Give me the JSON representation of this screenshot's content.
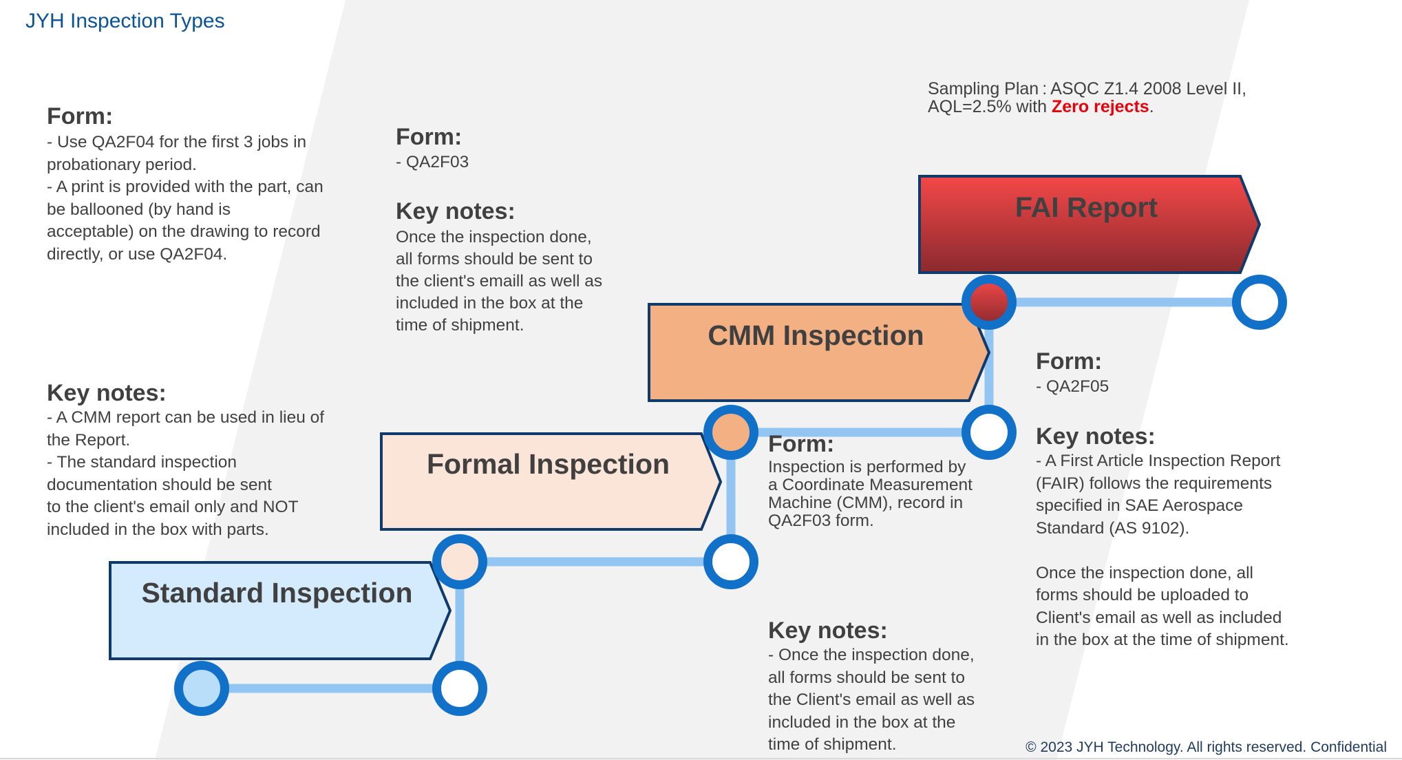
{
  "title": "JYH Inspection Types",
  "colors": {
    "title": "#0b5394",
    "node_ring": "#1170c8",
    "connector": "#92c5f2",
    "box_border": "#0f3a6b",
    "standard_fill": "#d4eafd",
    "standard_node_fill": "#b8defa",
    "formal_fill": "#fbe5d8",
    "cmm_fill": "#f3b083",
    "fai_fill_top": "#f44848",
    "fai_fill_bottom": "#8a2a2e",
    "emphasis_red": "#e8000b",
    "background_band": "#f2f2f2"
  },
  "steps": [
    {
      "id": "standard",
      "label": "Standard Inspection"
    },
    {
      "id": "formal",
      "label": "Formal Inspection"
    },
    {
      "id": "cmm",
      "label": "CMM Inspection"
    },
    {
      "id": "fai",
      "label": "FAI Report"
    }
  ],
  "sampling_plan": {
    "line1": "Sampling Plan : ASQC Z1.4 2008 Level II,",
    "line2_prefix": "AQL=2.5% with ",
    "emphasis": "Zero rejects",
    "line2_suffix": "."
  },
  "standard_notes": {
    "form_heading": "Form:",
    "form_body": "- Use QA2F04 for the first 3 jobs in\nprobationary period.\n- A print is provided with the part, can\nbe ballooned (by hand is\nacceptable) on the drawing to record\ndirectly, or use QA2F04.",
    "key_heading": "Key notes:",
    "key_body": "- A CMM report can be used in lieu of\nthe Report.\n- The standard inspection\ndocumentation should be sent\nto the client's email only and NOT\nincluded in the box with parts."
  },
  "formal_notes": {
    "form_heading": "Form:",
    "form_body": "- QA2F03",
    "key_heading": "Key notes:",
    "key_body": "Once the inspection done,\nall forms should be sent to\nthe client's emaill as well as\nincluded in the box at the\ntime of shipment."
  },
  "cmm_notes": {
    "form_heading": "Form:",
    "form_body": "Inspection is performed by\na Coordinate Measurement\n Machine (CMM), record in\nQA2F03 form.",
    "key_heading": "Key notes:",
    "key_body": "- Once the inspection done,\nall forms should be sent to\nthe Client's email as well as\nincluded in the box at the\ntime of shipment."
  },
  "fai_notes": {
    "form_heading": "Form:",
    "form_body": "- QA2F05",
    "key_heading": "Key notes:",
    "key_body": "- A First Article Inspection Report\n(FAIR) follows the requirements\nspecified in SAE Aerospace\nStandard (AS 9102).\n\nOnce the inspection done, all\nforms should be uploaded to\nClient's email  as well as included\nin the box at the time of shipment."
  },
  "footer": "© 2023 JYH Technology. All rights reserved. Confidential"
}
